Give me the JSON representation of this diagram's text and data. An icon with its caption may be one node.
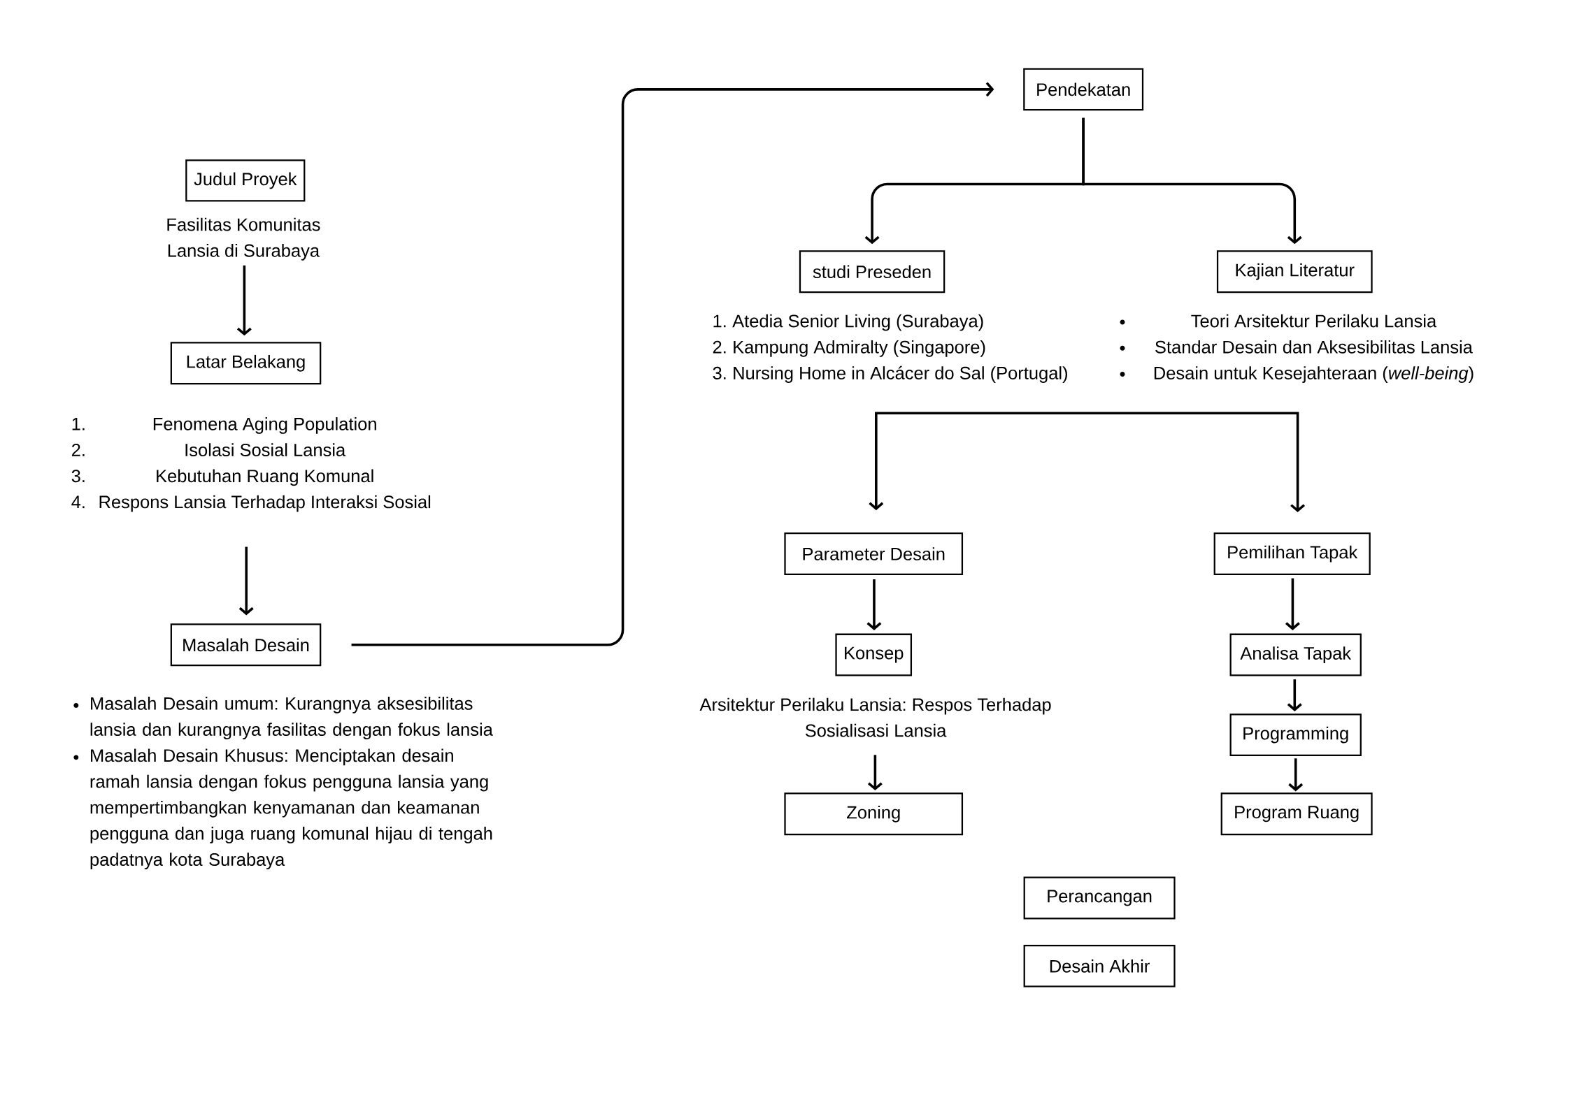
{
  "diagram": {
    "nodes": [
      {
        "text": [
          "Judul Proyek"
        ]
      },
      {
        "text": [
          "Fasilitas Komunitas Lansia di Surabaya"
        ]
      },
      {
        "text": [
          "Latar Belakang"
        ]
      },
      {
        "text": [
          "1.",
          "Fenomena Aging Population",
          "2.",
          "Isolasi Sosial Lansia",
          "3.",
          "Kebutuhan Ruang Komunal",
          "4.",
          "Respons Lansia Terhadap Interaksi Sosial"
        ]
      },
      {
        "text": [
          "Masalah Desain"
        ],
        "beside": [
          "Masalah Desain umum: Kurangnya aksesibilitas lansia dan kurangnya fasilitas dengan fokus lansia",
          "Masalah Desain Khusus: Menciptakan desain ramah lansia dengan fokus pengguna lansia yang mempertimbangkan kenyamanan dan keamanan pengguna dan juga ruang komunal hijau di tengah padatnya kota Surabaya"
        ]
      },
      {
        "text": [
          "Pendekatan"
        ]
      },
      {
        "text": [
          "studi Preseden"
        ],
        "beside": [
          "1.",
          "Atedia Senior Living (Surabaya)",
          "2.",
          "Kampung Admiralty (Singapore)",
          "3.",
          "Nursing Home in Alcácer do Sal (Portugal)"
        ]
      },
      {
        "text": [
          "Kajian Literatur"
        ],
        "beside": [
          "Teori Arsitektur Perilaku Lansia",
          "Standar Desain dan Aksesibilitas Lansia",
          "Desain untuk Kesejahteraan (*well-being*)"
        ]
      },
      {
        "text": [
          "Parameter Desain"
        ]
      },
      {
        "text": [
          "Pemilihan Tapak"
        ]
      },
      {
        "text": [
          "Konsep"
        ]
      },
      {
        "text": [
          "Analisa Tapak"
        ]
      },
      {
        "text": [
          "Arsitektur Perilaku Lansia: Respos Terhadap Sosialisasi Lansia"
        ]
      },
      {
        "text": [
          "Programming"
        ]
      },
      {
        "text": [
          "Zoning"
        ]
      },
      {
        "text": [
          "Program Ruang"
        ]
      },
      {
        "text": [
          "Perancangan"
        ]
      },
      {
        "text": [
          "Desain Akhir"
        ]
      }
    ],
    "edges": [
      {
        "from": 1,
        "to": 2,
        "arrow": "to"
      },
      {
        "from": 3,
        "to": 4,
        "arrow": "to"
      },
      {
        "from": 4,
        "to": 5,
        "arrow": "to"
      },
      {
        "from": 5,
        "to": 6,
        "arrow": "to"
      },
      {
        "from": 5,
        "to": 7,
        "arrow": "to"
      },
      {
        "from": 8,
        "to": 9,
        "arrow": "both"
      },
      {
        "from": 8,
        "to": 10,
        "arrow": "to"
      },
      {
        "from": 12,
        "to": 14,
        "arrow": "to"
      },
      {
        "from": 9,
        "to": 11,
        "arrow": "to"
      },
      {
        "from": 11,
        "to": 13,
        "arrow": "to"
      },
      {
        "from": 13,
        "to": 15,
        "arrow": "to"
      }
    ]
  }
}
